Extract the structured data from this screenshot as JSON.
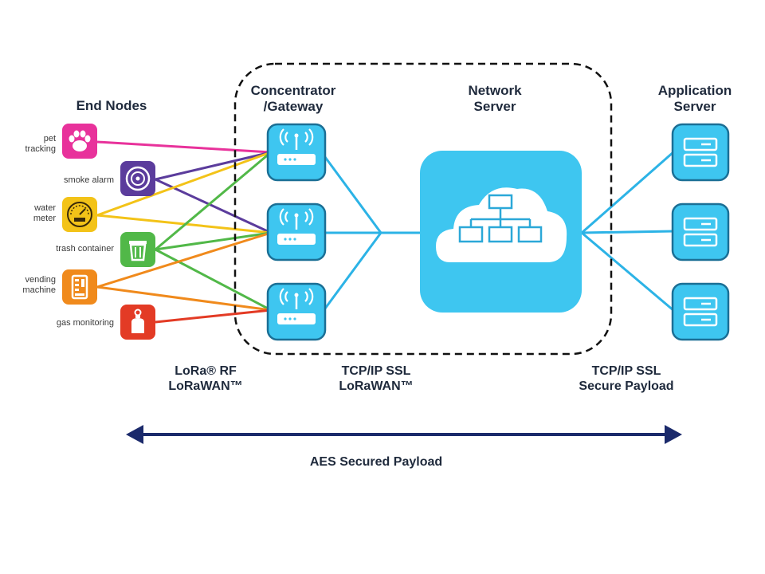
{
  "headers": {
    "end_nodes": "End Nodes",
    "gateway_line1": "Concentrator",
    "gateway_line2": "/Gateway",
    "network_line1": "Network",
    "network_line2": "Server",
    "app_line1": "Application",
    "app_line2": "Server"
  },
  "end_nodes": [
    {
      "label_lines": [
        "pet",
        "tracking"
      ],
      "icon": "paw-icon",
      "color": "#e8329b"
    },
    {
      "label_lines": [
        "smoke alarm"
      ],
      "icon": "smoke-alarm-icon",
      "color": "#5b3c9c"
    },
    {
      "label_lines": [
        "water",
        "meter"
      ],
      "icon": "meter-gauge-icon",
      "color": "#f3c318"
    },
    {
      "label_lines": [
        "trash container"
      ],
      "icon": "trash-bin-icon",
      "color": "#51b848"
    },
    {
      "label_lines": [
        "vending",
        "machine"
      ],
      "icon": "vending-machine-icon",
      "color": "#f08a1c"
    },
    {
      "label_lines": [
        "gas monitoring"
      ],
      "icon": "gas-cylinder-icon",
      "color": "#e33b25"
    }
  ],
  "gateways": [
    {
      "icon": "gateway-antenna-icon"
    },
    {
      "icon": "gateway-antenna-icon"
    },
    {
      "icon": "gateway-antenna-icon"
    }
  ],
  "network_server": {
    "icon": "cloud-network-icon"
  },
  "app_servers": [
    {
      "icon": "server-icon"
    },
    {
      "icon": "server-icon"
    },
    {
      "icon": "server-icon"
    }
  ],
  "protocols": {
    "lora_line1": "LoRa® RF",
    "lora_line2": "LoRaWAN™",
    "tcp1_line1": "TCP/IP SSL",
    "tcp1_line2": "LoRaWAN™",
    "tcp2_line1": "TCP/IP SSL",
    "tcp2_line2": "Secure Payload"
  },
  "aes_label": "AES Secured Payload",
  "colors": {
    "accent_blue": "#41c4ee",
    "line_blue": "#2cb3e6",
    "arrow_navy": "#1b2a6b",
    "text_dark": "#1f2a3c"
  }
}
